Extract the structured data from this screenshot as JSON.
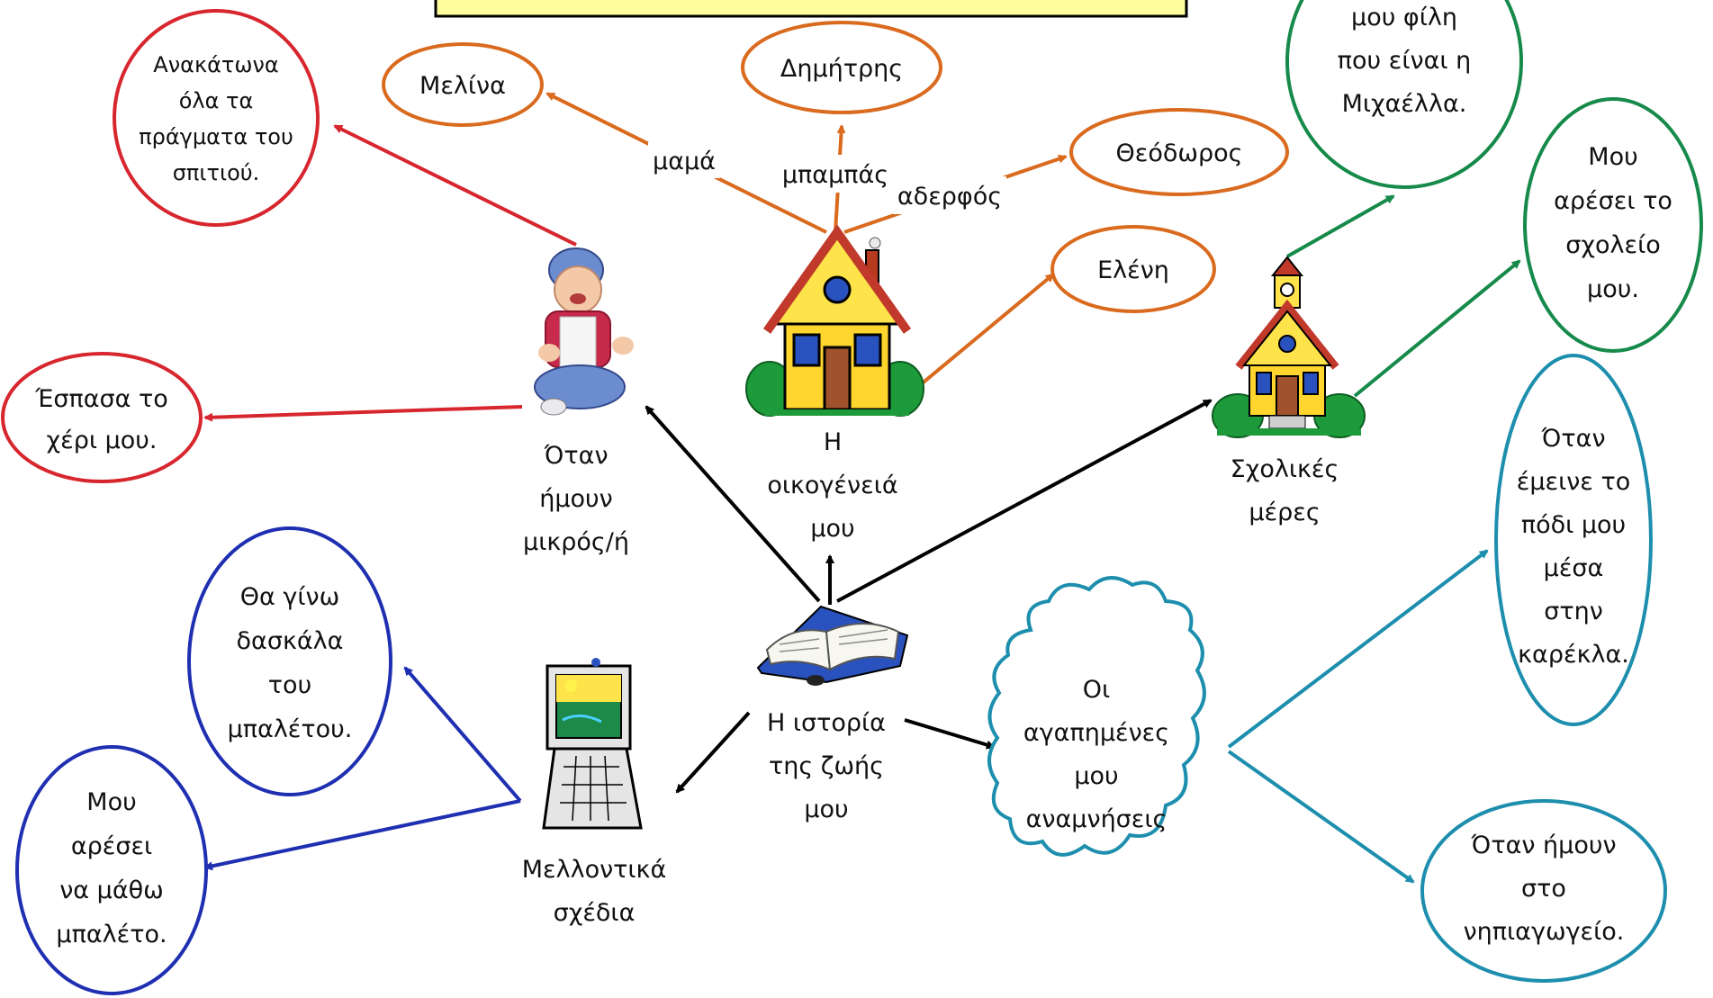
{
  "colors": {
    "title_fill": "#ffff9e",
    "title_stroke": "#000000",
    "family": "#d96a1e",
    "childhood": "#d7262e",
    "school": "#168a4a",
    "future": "#1f2fb2",
    "memories": "#1d8ead",
    "center": "#000000"
  },
  "center": {
    "lines": [
      "Η ιστορία",
      "της ζωής",
      "μου"
    ],
    "icon": "open-book-icon"
  },
  "family": {
    "lines": [
      "Η",
      "οικογένειά",
      "μου"
    ],
    "icon": "house-icon",
    "members": [
      {
        "relation": "μαμά",
        "name": "Μελίνα"
      },
      {
        "relation": "μπαμπάς",
        "name": "Δημήτρης"
      },
      {
        "relation": "αδερφός",
        "name": "Θεόδωρος"
      },
      {
        "relation": "",
        "name": "Ελένη"
      }
    ]
  },
  "childhood": {
    "lines": [
      "Όταν",
      "ήμουν",
      "μικρός/ή"
    ],
    "icon": "baby-icon",
    "memories": [
      {
        "lines": [
          "Ανακάτωνα",
          "όλα τα",
          "πράγματα του",
          "σπιτιού."
        ]
      },
      {
        "lines": [
          "Έσπασα το",
          "χέρι μου."
        ]
      }
    ]
  },
  "school": {
    "lines": [
      "Σχολικές",
      "μέρες"
    ],
    "icon": "school-building-icon",
    "items": [
      {
        "lines": [
          "μου φίλη",
          "που είναι η",
          "Μιχαέλλα."
        ]
      },
      {
        "lines": [
          "Μου",
          "αρέσει το",
          "σχολείο",
          "μου."
        ]
      }
    ]
  },
  "future": {
    "lines": [
      "Μελλοντικά",
      "σχέδια"
    ],
    "icon": "computer-icon",
    "plans": [
      {
        "lines": [
          "Θα γίνω",
          "δασκάλα",
          "του",
          "μπαλέτου."
        ]
      },
      {
        "lines": [
          "Μου",
          "αρέσει",
          "να μάθω",
          "μπαλέτο."
        ]
      }
    ]
  },
  "memories": {
    "lines": [
      "Οι",
      "αγαπημένες",
      "μου",
      "αναμνήσεις"
    ],
    "icon": "cloud-shape",
    "items": [
      {
        "lines": [
          "Όταν",
          "έμεινε το",
          "πόδι μου",
          "μέσα",
          "στην",
          "καρέκλα."
        ]
      },
      {
        "lines": [
          "Όταν ήμουν",
          "στο",
          "νηπιαγωγείο."
        ]
      }
    ]
  }
}
